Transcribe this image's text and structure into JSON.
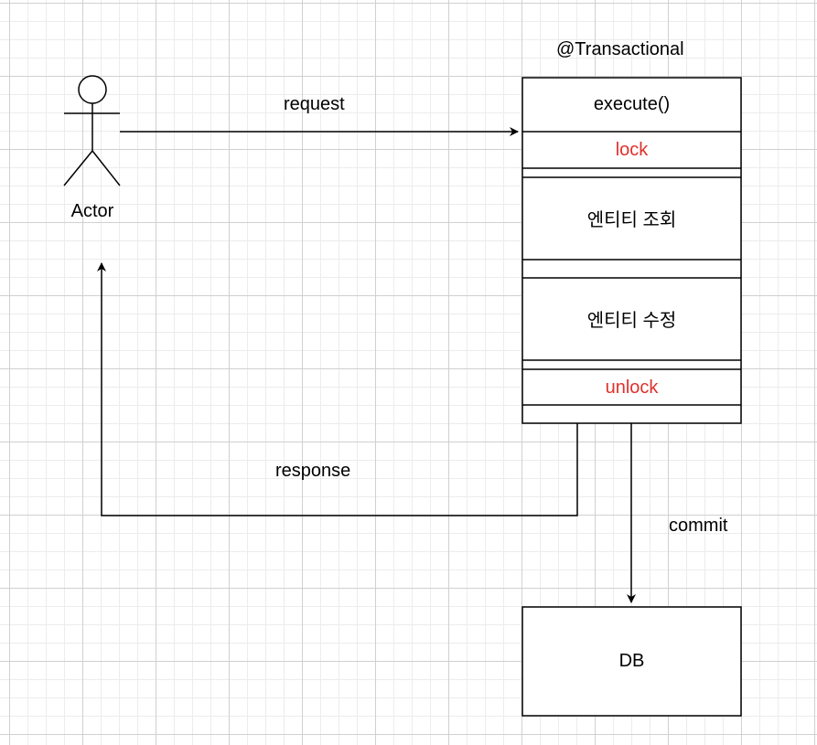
{
  "diagram": {
    "actor_label": "Actor",
    "transactional_label": "@Transactional",
    "request_label": "request",
    "response_label": "response",
    "commit_label": "commit",
    "db_label": "DB",
    "steps": {
      "execute": "execute()",
      "lock": "lock",
      "query": "엔티티 조회",
      "update": "엔티티 수정",
      "unlock": "unlock"
    },
    "colors": {
      "stroke": "#000000",
      "lock_text": "#e0312b",
      "grid": "#d0d0d0"
    }
  }
}
